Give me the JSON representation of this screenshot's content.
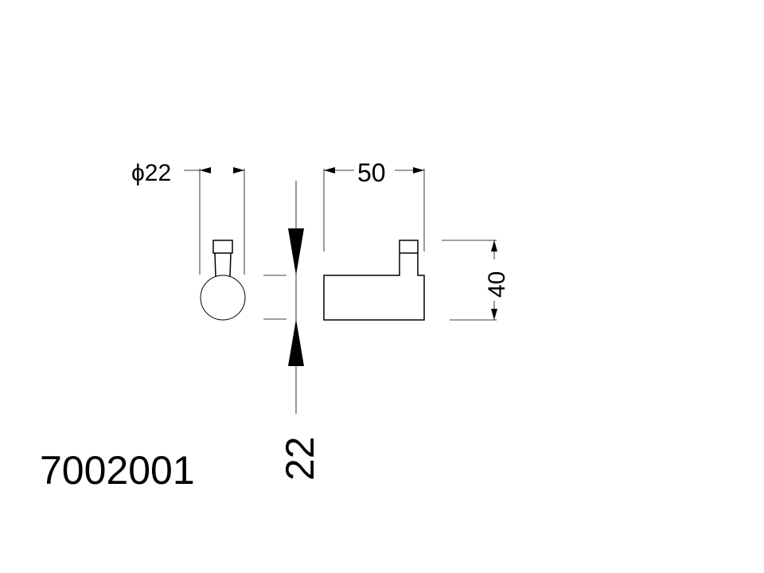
{
  "drawing": {
    "product_code": "7002001",
    "dimensions": {
      "diameter": "ϕ22",
      "width": "50",
      "height": "40",
      "depth": "22"
    }
  }
}
